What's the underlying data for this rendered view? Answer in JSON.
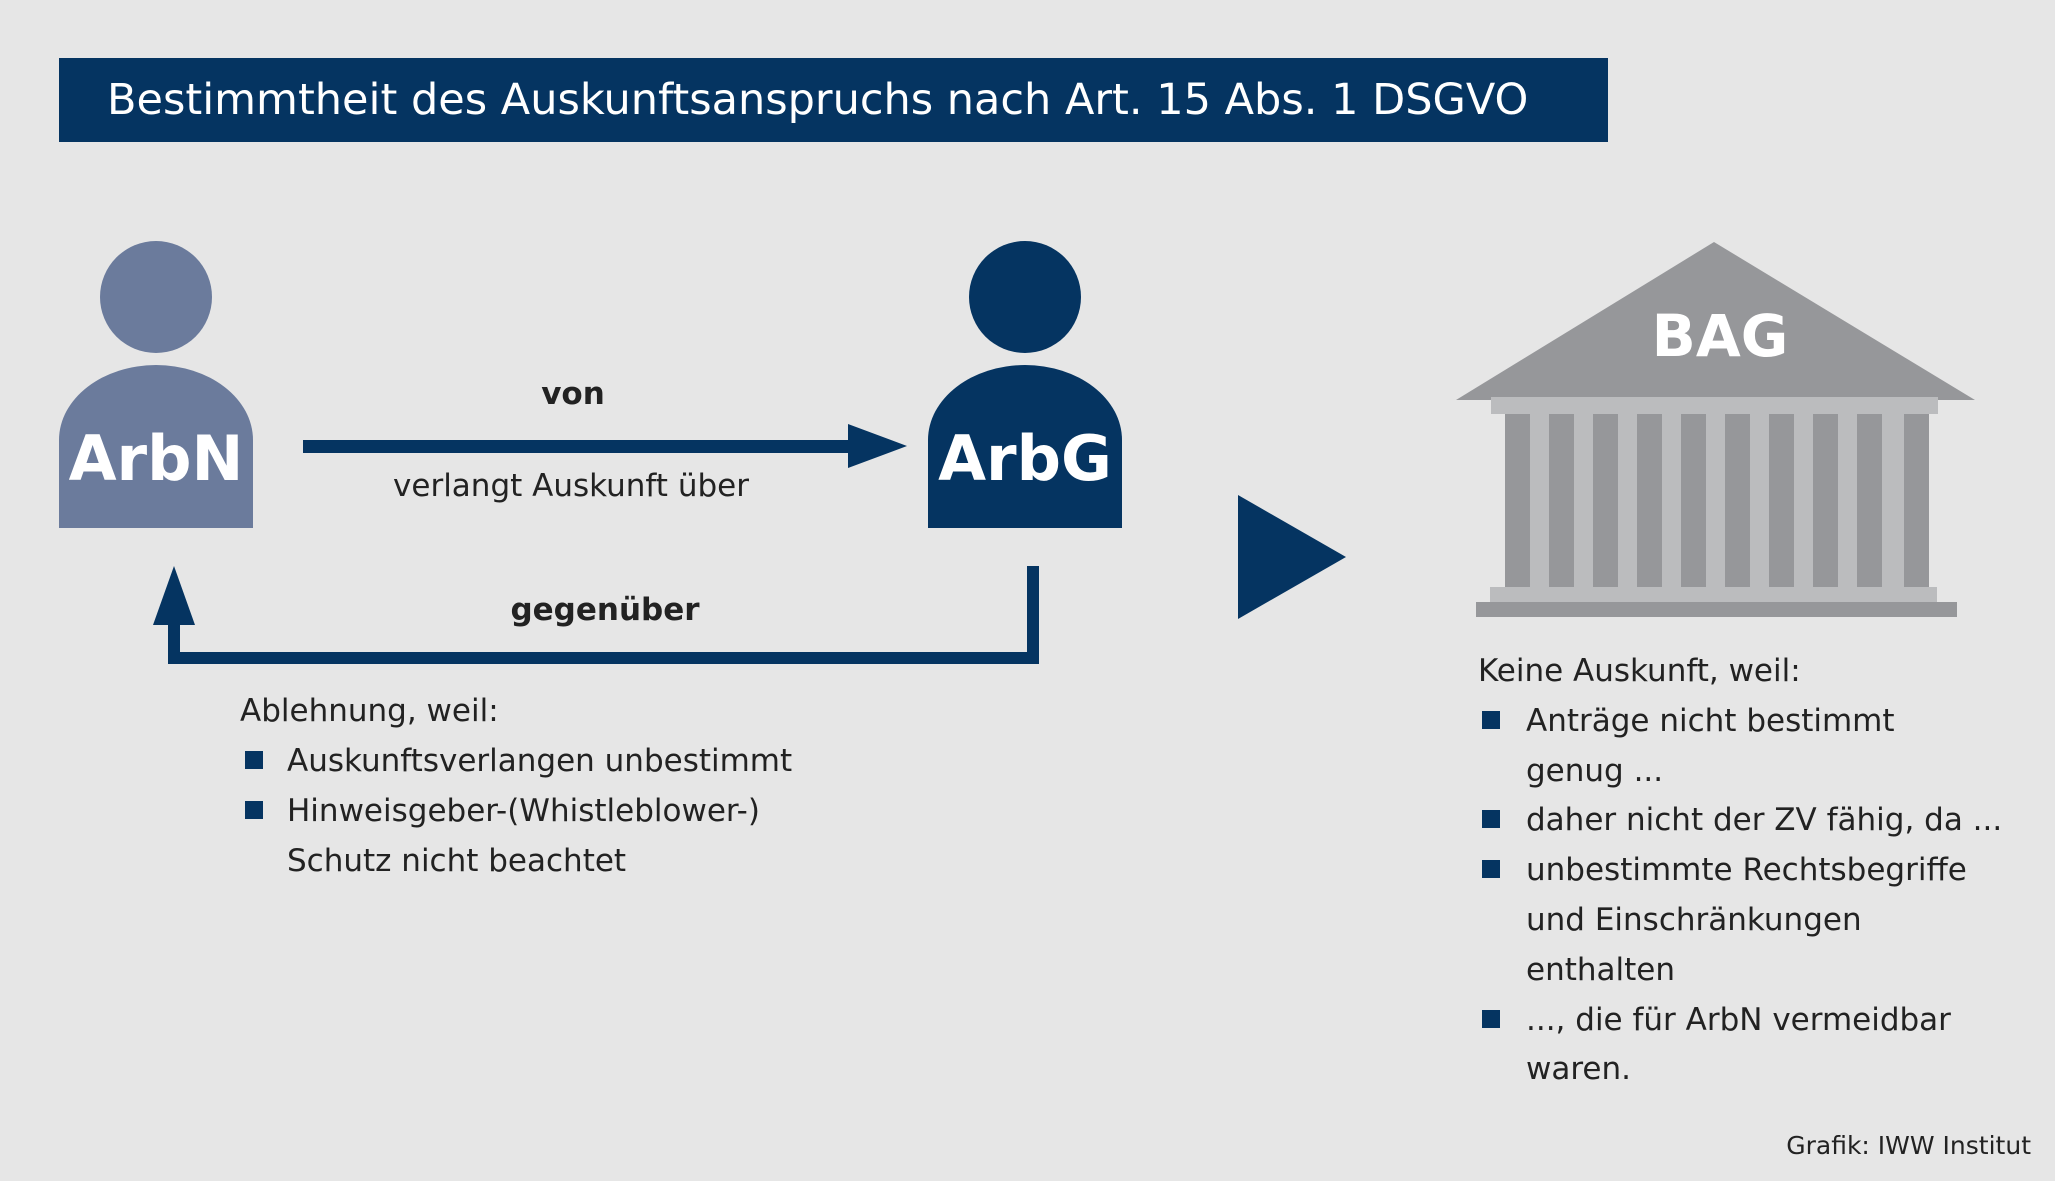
{
  "title": "Bestimmtheit des Auskunftsanspruchs nach Art. 15 Abs. 1 DSGVO",
  "actors": {
    "employee": "ArbN",
    "employer": "ArbG",
    "court": "BAG"
  },
  "arrows": {
    "top_label": "von",
    "top_sublabel": "verlangt Auskunft über",
    "return_label": "gegenüber"
  },
  "rejection": {
    "heading": "Ablehnung, weil:",
    "items": [
      "Auskunftsverlangen unbestimmt",
      "Hinweisgeber-(Whistleblower-)",
      "Schutz nicht beachtet"
    ]
  },
  "court_reasons": {
    "heading": "Keine Auskunft, weil:",
    "lines": [
      "Anträge nicht bestimmt",
      "genug ...",
      "daher nicht der ZV fähig, da ...",
      "unbestimmte Rechtsbegriffe",
      "und Einschränkungen",
      "enthalten",
      "..., die für ArbN vermeidbar",
      "waren."
    ]
  },
  "credit": "Grafik: IWW Institut",
  "colors": {
    "navy": "#053461",
    "employee": "#6b7b9c",
    "building_dark": "#96979a",
    "building_light": "#bbbcbe",
    "background": "#e6e6e6"
  }
}
